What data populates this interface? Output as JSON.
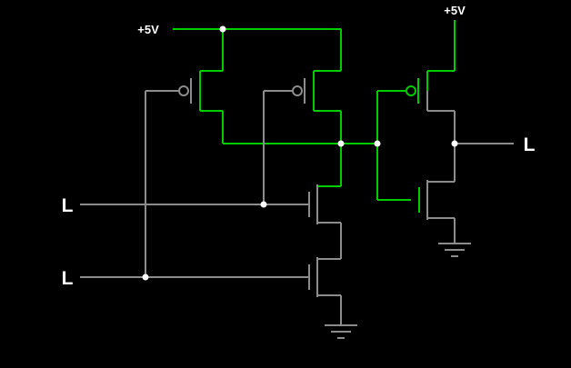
{
  "colors": {
    "background": "#000000",
    "wire_high": "#00cc00",
    "wire_low": "#8c8c8c",
    "node_dot": "#ffffff",
    "label_text": "#ffffff"
  },
  "labels": {
    "supply_left": "+5V",
    "supply_right": "+5V",
    "input_a": "L",
    "input_b": "L",
    "output": "L"
  }
}
